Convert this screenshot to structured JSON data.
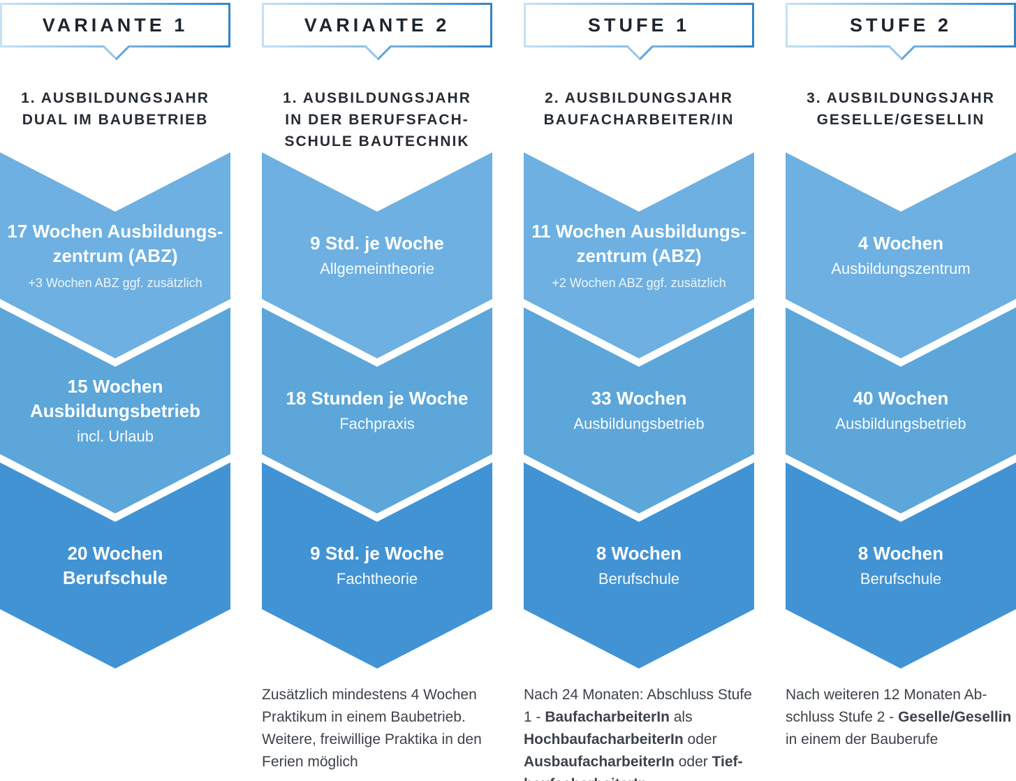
{
  "colors": {
    "chevron_light": "#6db0e1",
    "chevron_medium": "#5ca6da",
    "chevron_dark": "#4293d4",
    "badge_border_from": "#c7e2f4",
    "badge_border_to": "#2e82c5",
    "badge_text": "#1e242b",
    "heading_text": "#272c33",
    "footnote_text": "#3d424a"
  },
  "columns": [
    {
      "badge": "VARIANTE 1",
      "heading": "1. AUSBILDUNGSJAHR\nDUAL IM BAUBETRIEB",
      "chevrons": [
        {
          "main": "17 Wochen Ausbildungs-\nzentrum (ABZ)",
          "note": "+3 Wochen ABZ ggf. zusätzlich"
        },
        {
          "main": "15 Wochen\nAusbildungsbetrieb",
          "sub": "incl. Urlaub"
        },
        {
          "main": "20 Wochen\nBerufschule"
        }
      ]
    },
    {
      "badge": "VARIANTE 2",
      "heading": "1. AUSBILDUNGSJAHR\nIN DER BERUFSFACH-\nSCHULE BAUTECHNIK",
      "chevrons": [
        {
          "main": "9 Std. je Woche",
          "sub": "Allgemeintheorie"
        },
        {
          "main": "18 Stunden je Woche",
          "sub": "Fachpraxis"
        },
        {
          "main": "9 Std. je Woche",
          "sub": "Fachtheorie"
        }
      ],
      "footnote": [
        {
          "t": "Zusätzlich mindestens 4 Wochen Praktikum in einem Baubetrieb. Weitere, freiwillige Praktika in den Ferien möglich",
          "b": false
        }
      ]
    },
    {
      "badge": "STUFE 1",
      "heading": "2. AUSBILDUNGSJAHR\nBAUFACHARBEITER/IN",
      "chevrons": [
        {
          "main": "11 Wochen Ausbildungs-\nzentrum (ABZ)",
          "note": "+2 Wochen ABZ ggf. zusätzlich"
        },
        {
          "main": "33 Wochen",
          "sub": "Ausbildungsbetrieb"
        },
        {
          "main": "8 Wochen",
          "sub": "Berufschule"
        }
      ],
      "footnote": [
        {
          "t": "Nach 24 Monaten: Abschluss Stufe 1 - ",
          "b": false
        },
        {
          "t": "BaufacharbeiterIn",
          "b": true
        },
        {
          "t": " als ",
          "b": false
        },
        {
          "t": "HochbaufacharbeiterIn",
          "b": true
        },
        {
          "t": " oder ",
          "b": false
        },
        {
          "t": "AusbaufacharbeiterIn",
          "b": true
        },
        {
          "t": " oder ",
          "b": false
        },
        {
          "t": "Tief-baufacharbeiterIn",
          "b": true
        }
      ]
    },
    {
      "badge": "STUFE 2",
      "heading": "3. AUSBILDUNGSJAHR\nGESELLE/GESELLIN",
      "chevrons": [
        {
          "main": "4 Wochen",
          "sub": "Ausbildungszentrum"
        },
        {
          "main": "40 Wochen",
          "sub": "Ausbildungsbetrieb"
        },
        {
          "main": "8 Wochen",
          "sub": "Berufschule"
        }
      ],
      "footnote": [
        {
          "t": "Nach weiteren 12 Monaten Ab-schluss Stufe 2 - ",
          "b": false
        },
        {
          "t": "Geselle/Gesellin",
          "b": true
        },
        {
          "t": " in einem der Bauberufe",
          "b": false
        }
      ]
    }
  ]
}
